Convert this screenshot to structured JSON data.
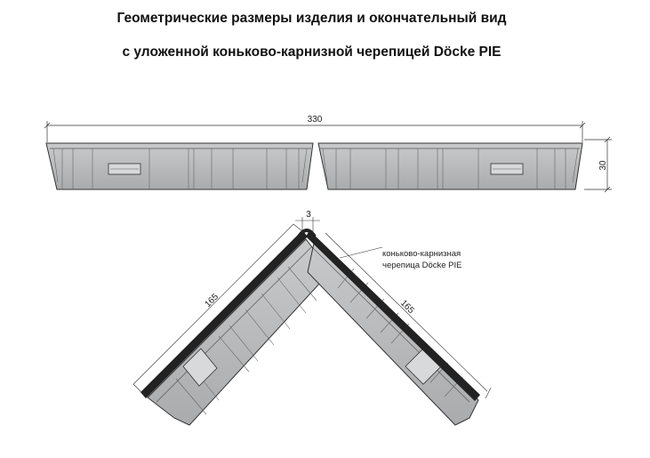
{
  "title_line1": "Геометрические размеры изделия и окончательный вид",
  "title_line2": "с уложенной коньково-карнизной черепицей Döcke PIE",
  "dimensions": {
    "length": "330",
    "height": "30",
    "thickness": "3",
    "leg_left": "165",
    "leg_right": "165"
  },
  "annotation": {
    "line1": "коньково-карнизная",
    "line2": "черепица Döcke PIE"
  }
}
